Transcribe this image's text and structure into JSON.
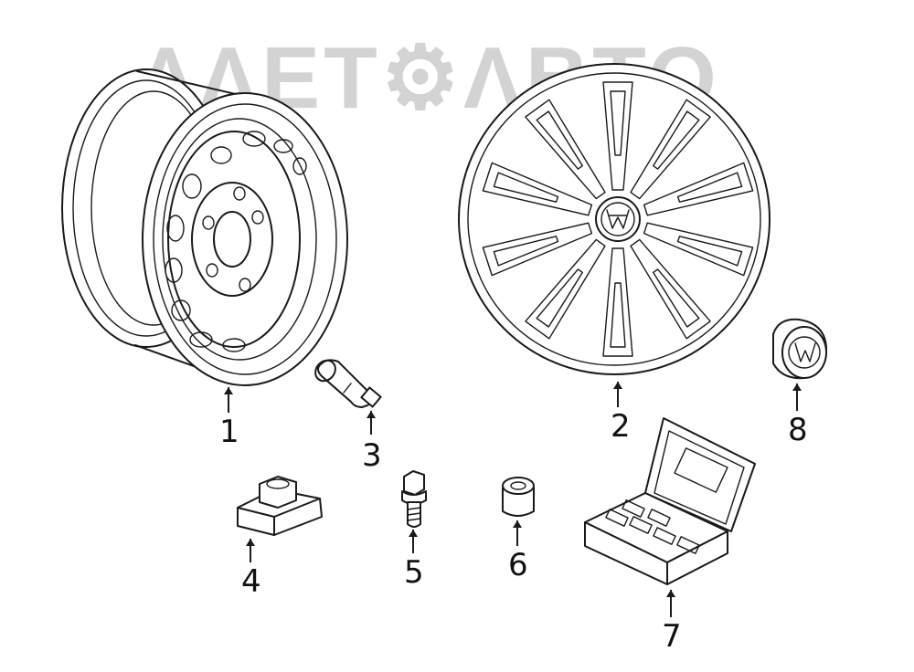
{
  "watermark": {
    "text": "ΛΛΕΤ⚙ΛΒΤΟ"
  },
  "parts": [
    {
      "id": "1",
      "label": "1"
    },
    {
      "id": "2",
      "label": "2"
    },
    {
      "id": "3",
      "label": "3"
    },
    {
      "id": "4",
      "label": "4"
    },
    {
      "id": "5",
      "label": "5"
    },
    {
      "id": "6",
      "label": "6"
    },
    {
      "id": "7",
      "label": "7"
    },
    {
      "id": "8",
      "label": "8"
    }
  ],
  "colors": {
    "line": "#1a1a1a",
    "watermark": "#cfcfcf",
    "background": "#ffffff"
  }
}
